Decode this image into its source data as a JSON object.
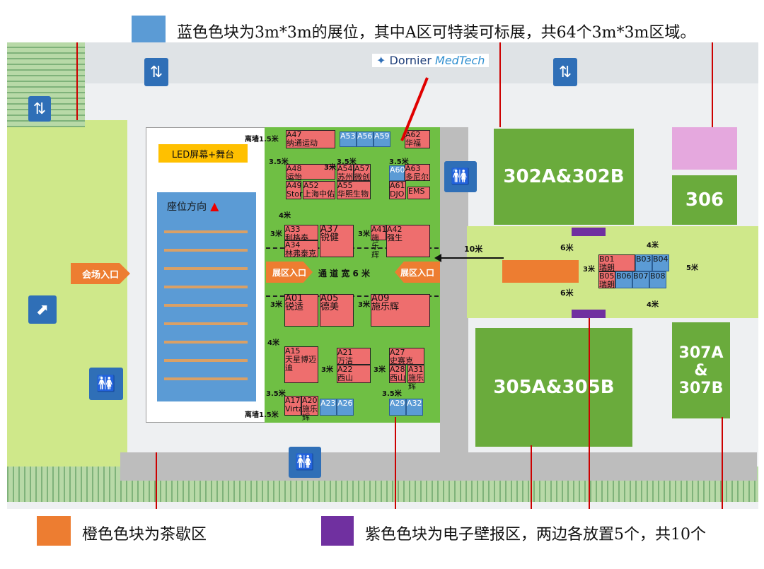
{
  "legend": {
    "blue_text": "蓝色色块为3m*3m的展位，其中A区可特装可标展，共64个3m*3m区域。",
    "orange_text": "橙色色块为茶歇区",
    "purple_text": "紫色色块为电子壁报区，两边各放置5个，共10个",
    "blue_color": "#5b9bd5",
    "orange_color": "#ed7d31",
    "purple_color": "#7030a0"
  },
  "logo": {
    "text_a": "Dornier",
    "text_b": "MedTech"
  },
  "stage": {
    "led_label": "LED屏幕+舞台",
    "seat_label": "座位方向"
  },
  "entrances": {
    "main": "会场入口",
    "left": "展区入口",
    "right": "展区入口"
  },
  "aisle": {
    "label": "通 道 宽 6 米"
  },
  "halls": {
    "h302": "302A&302B",
    "h306": "306",
    "h305": "305A&305B",
    "h307a": "307A",
    "h307amp": "&",
    "h307b": "307B"
  },
  "dims": {
    "wall_top": "离墙1.5米",
    "wall_bottom": "离墙1.5米",
    "d35": "3.5米",
    "d3": "3米",
    "d4": "4米",
    "d10": "10米",
    "d6": "6米",
    "d5": "5米",
    "d15": "1.5米"
  },
  "booths": {
    "A47": {
      "code": "A47",
      "name": "纳通运动"
    },
    "A53": "A53",
    "A56": "A56",
    "A59": "A59",
    "A62": {
      "code": "A62",
      "name": "华福"
    },
    "A48": {
      "code": "A48",
      "name": "运怡"
    },
    "A49": {
      "code": "A49",
      "name": "Storz"
    },
    "A52": {
      "code": "A52",
      "name": "上海中佑"
    },
    "A54": {
      "code": "A54",
      "name": "苏州"
    },
    "A57": {
      "code": "A57",
      "name": "微创"
    },
    "A55": {
      "code": "A55",
      "name": "华熙生物"
    },
    "A60": "A60",
    "A63": {
      "code": "A63",
      "name": "多尼尔"
    },
    "A61": {
      "code": "A61",
      "name": "DJO"
    },
    "A61b": "EMS",
    "A33": {
      "code": "A33",
      "name": "利格泰"
    },
    "A34": {
      "code": "A34",
      "name": "林弗泰克"
    },
    "A37": {
      "code": "A37",
      "name": "锐健"
    },
    "A41": {
      "code": "A41",
      "name": "施乐辉"
    },
    "A42": {
      "code": "A42",
      "name": "强生"
    },
    "A01": {
      "code": "A01",
      "name": "锐适"
    },
    "A05": {
      "code": "A05",
      "name": "德美"
    },
    "A09": {
      "code": "A09",
      "name": "施乐辉"
    },
    "A15": {
      "code": "A15",
      "name": "天星博迈迪"
    },
    "A21": {
      "code": "A21",
      "name": "万洁"
    },
    "A22": {
      "code": "A22",
      "name": "西山"
    },
    "A27": {
      "code": "A27",
      "name": "史赛克"
    },
    "A28": {
      "code": "A28",
      "name": "西山"
    },
    "A31": {
      "code": "A31",
      "name": "施乐辉"
    },
    "A17": {
      "code": "A17",
      "name": "Virta"
    },
    "A20": {
      "code": "A20",
      "name": "施乐辉"
    },
    "A23": "A23",
    "A26": "A26",
    "A29": "A29",
    "A32": "A32",
    "B01": {
      "code": "B01",
      "name": "瑞朗"
    },
    "B03": "B03",
    "B04": "B04",
    "B05": {
      "code": "B05",
      "name": "瑞朗"
    },
    "B06": "B06",
    "B07": "B07",
    "B08": "B08"
  }
}
